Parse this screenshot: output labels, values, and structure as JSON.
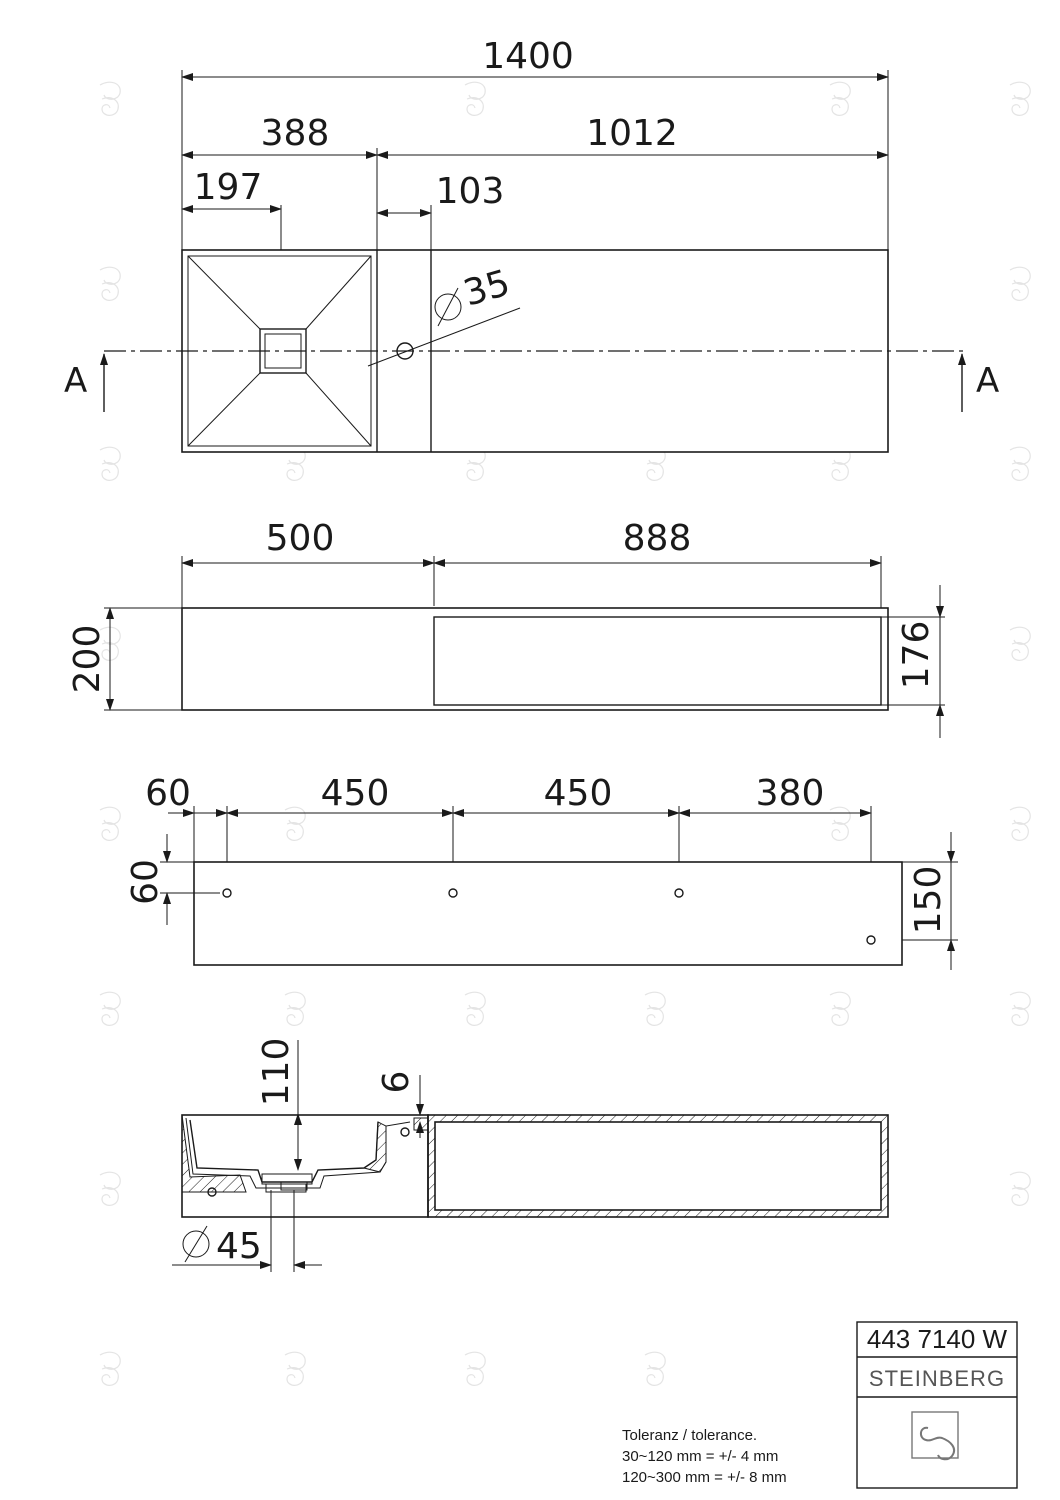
{
  "top_view": {
    "overall_length": "1400",
    "basin_width": "388",
    "shelf_length": "1012",
    "drain_offset": "197",
    "tap_offset": "103",
    "tap_hole": "35",
    "section_left": "A",
    "section_right": "A"
  },
  "front_view": {
    "solid_part": "500",
    "niche_length": "888",
    "height": "200",
    "niche_height": "176"
  },
  "rear_view": {
    "edge_offset": "60",
    "spacing_1": "450",
    "spacing_2": "450",
    "spacing_3": "380",
    "hole_depth": "60",
    "height": "150"
  },
  "section_view": {
    "basin_depth": "110",
    "wall": "6",
    "drain_diameter": "45"
  },
  "tolerance": {
    "title": "Toleranz / tolerance.",
    "line1": "30~120 mm = +/- 4 mm",
    "line2": "120~300 mm = +/- 8 mm"
  },
  "title_block": {
    "article_number": "443 7140 W",
    "brand": "STEINBERG",
    "logo_icon": "steinberg-logo-icon"
  }
}
